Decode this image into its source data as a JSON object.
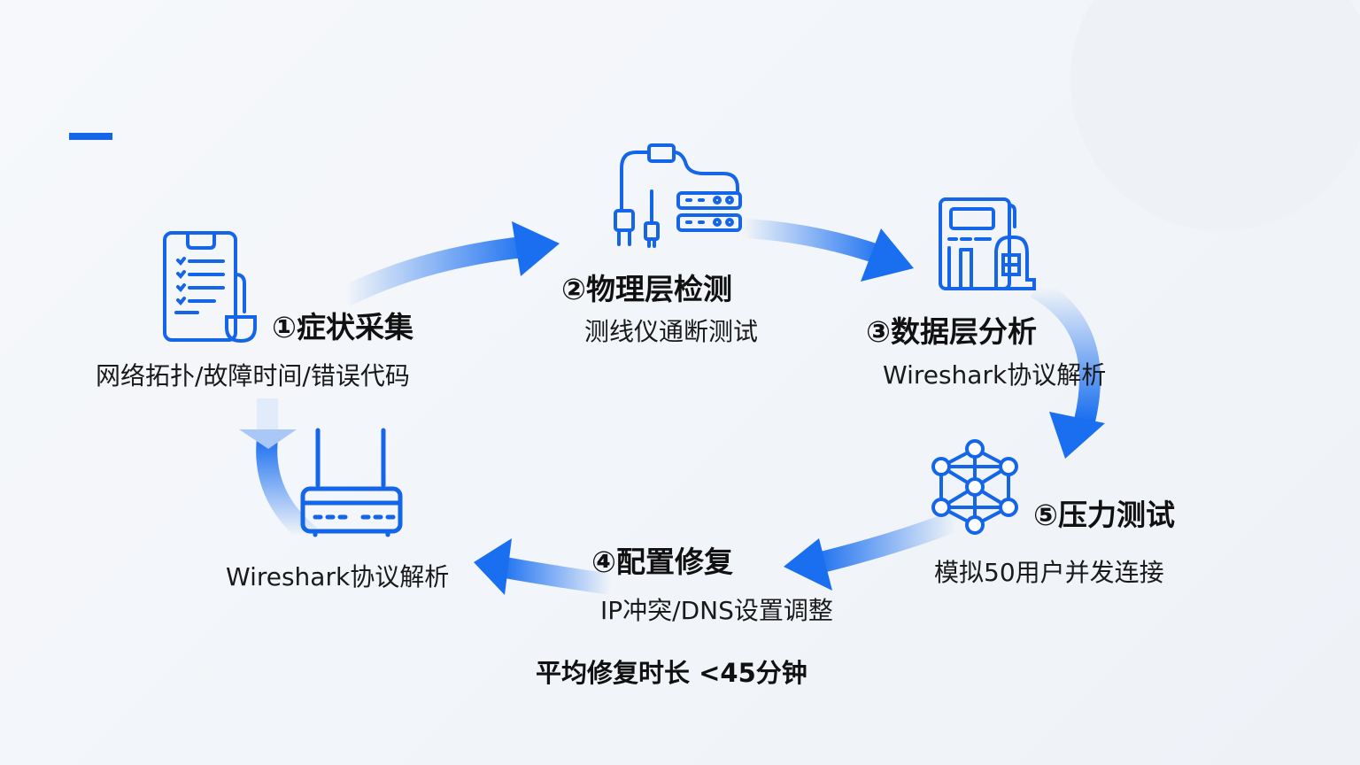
{
  "steps": [
    {
      "title": "①症状采集",
      "desc": "网络拓扑/故障时间/错误代码",
      "icon": "clipboard-checklist-icon"
    },
    {
      "title": "②物理层检测",
      "desc": "测线仪通断测试",
      "icon": "cable-tester-icon"
    },
    {
      "title": "③数据层分析",
      "desc": "Wireshark协议解析",
      "icon": "analyzer-device-icon"
    },
    {
      "title": "④配置修复",
      "desc": "IP冲突/DNS设置调整",
      "icon": ""
    },
    {
      "title": "⑤压力测试",
      "desc": "模拟50用户并发连接",
      "icon": "network-nodes-icon"
    }
  ],
  "router_label": "Wireshark协议解析",
  "footer": "平均修复时长 <45分钟",
  "colors": {
    "accent": "#1565e8",
    "arrow": "#1a6ff0"
  }
}
